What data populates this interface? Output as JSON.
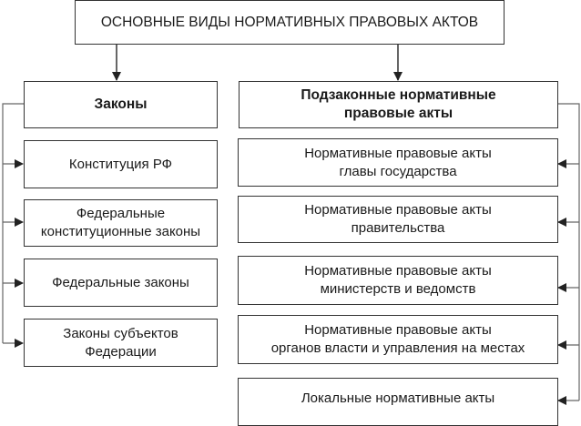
{
  "title": "ОСНОВНЫЕ ВИДЫ НОРМАТИВНЫХ ПРАВОВЫХ АКТОВ",
  "left": {
    "heading": "Законы",
    "items": [
      {
        "line1": "Конституция РФ",
        "line2": ""
      },
      {
        "line1": "Федеральные",
        "line2": "конституционные законы"
      },
      {
        "line1": "Федеральные законы",
        "line2": ""
      },
      {
        "line1": "Законы субъектов",
        "line2": "Федерации"
      }
    ]
  },
  "right": {
    "heading_line1": "Подзаконные нормативные",
    "heading_line2": "правовые акты",
    "items": [
      {
        "line1": "Нормативные правовые акты",
        "line2": "главы государства"
      },
      {
        "line1": "Нормативные правовые акты",
        "line2": "правительства"
      },
      {
        "line1": "Нормативные правовые акты",
        "line2": "министерств и ведомств"
      },
      {
        "line1": "Нормативные правовые акты",
        "line2": "органов власти и управления на местах"
      },
      {
        "line1": "Локальные нормативные акты",
        "line2": ""
      }
    ]
  },
  "colors": {
    "line": "#333333",
    "connector": "#777777"
  }
}
